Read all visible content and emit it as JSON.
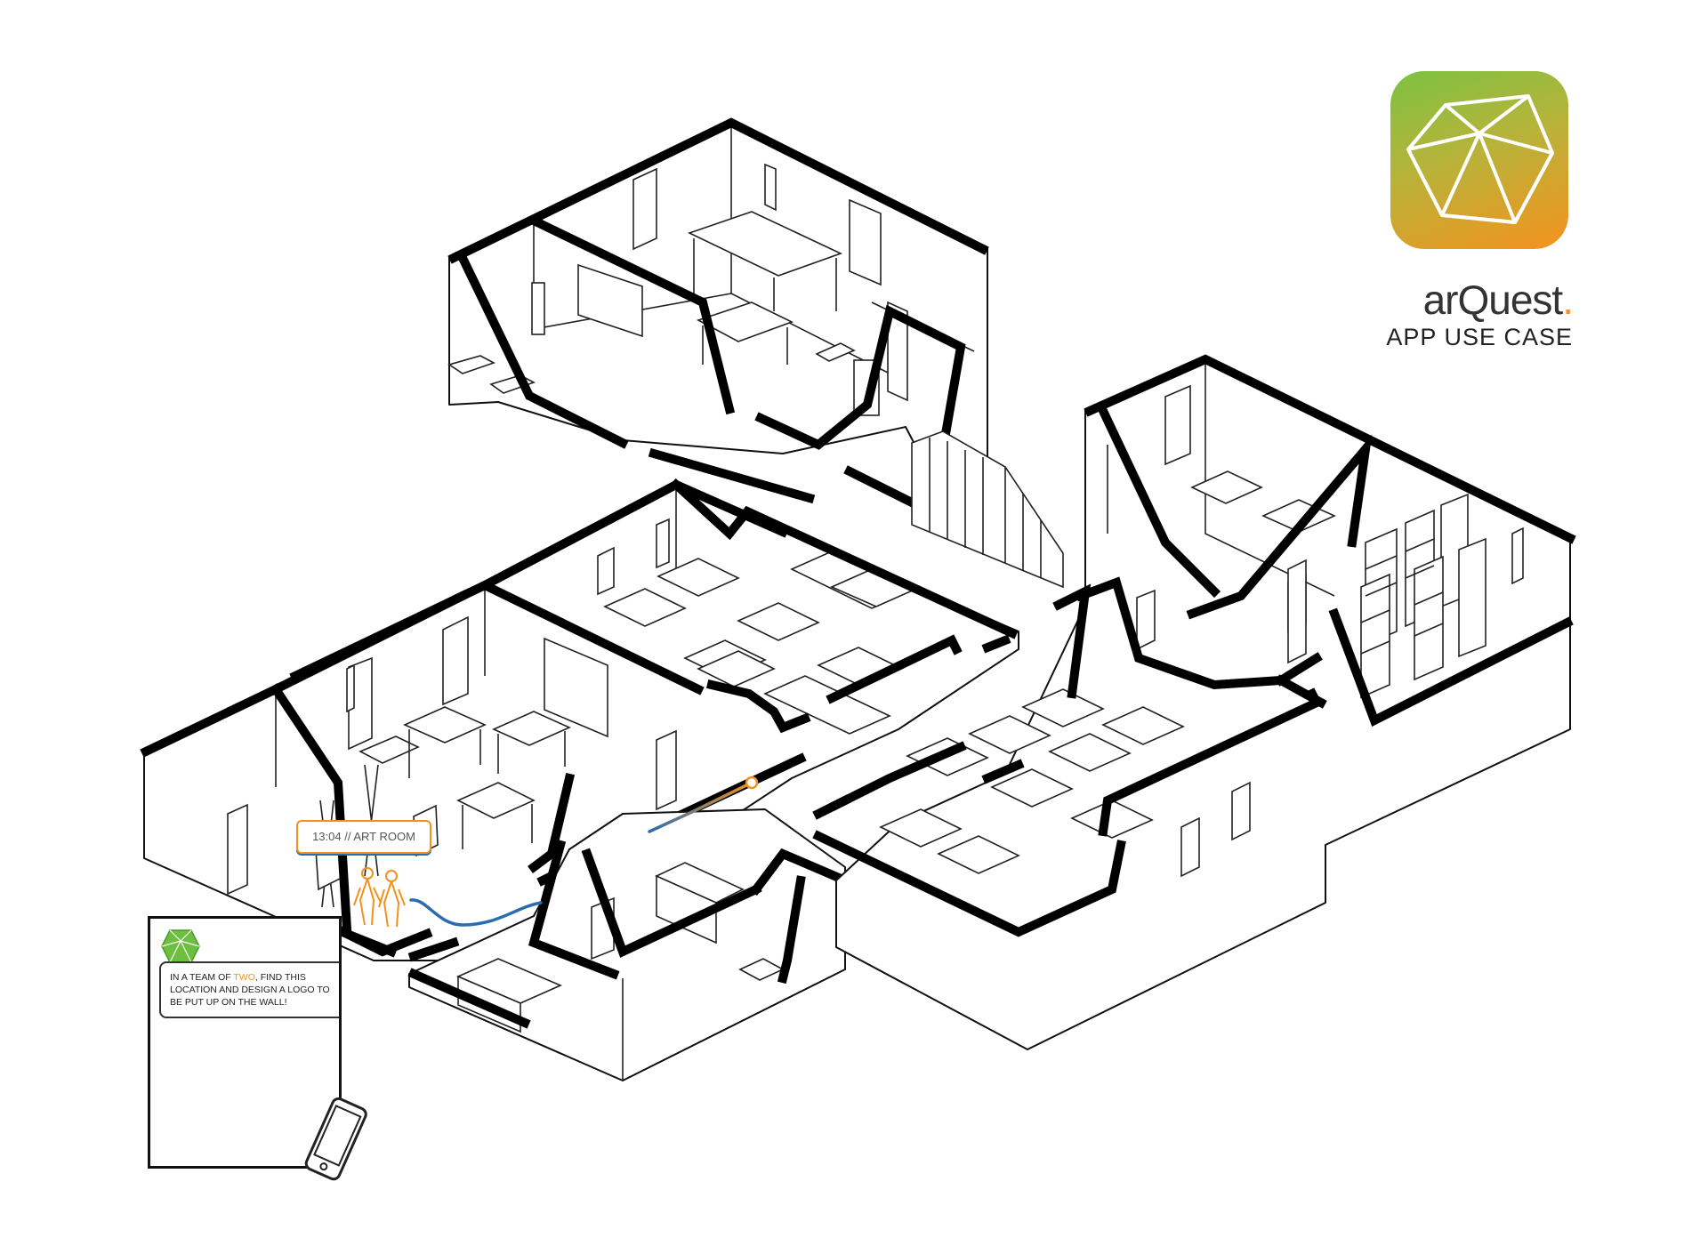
{
  "brand": {
    "name_prefix": "ar",
    "name_main": "Quest",
    "name_dot": ".",
    "subtitle": "APP USE CASE",
    "icon_name": "icosahedron-icon",
    "gradient": [
      "#7dc242",
      "#f5921e"
    ]
  },
  "location_tag": {
    "text": "13:04 // ART ROOM"
  },
  "task_card": {
    "before": "IN A TEAM OF ",
    "highlight": "TWO",
    "after": ", FIND THIS LOCATION AND DESIGN A LOGO TO BE PUT UP ON THE WALL!"
  },
  "colors": {
    "accent": "#f0931e",
    "route": "#2b6cb0",
    "walls": "#111111"
  },
  "icons": [
    "icosahedron-icon",
    "smartphone-icon",
    "route-line",
    "student-figures"
  ]
}
